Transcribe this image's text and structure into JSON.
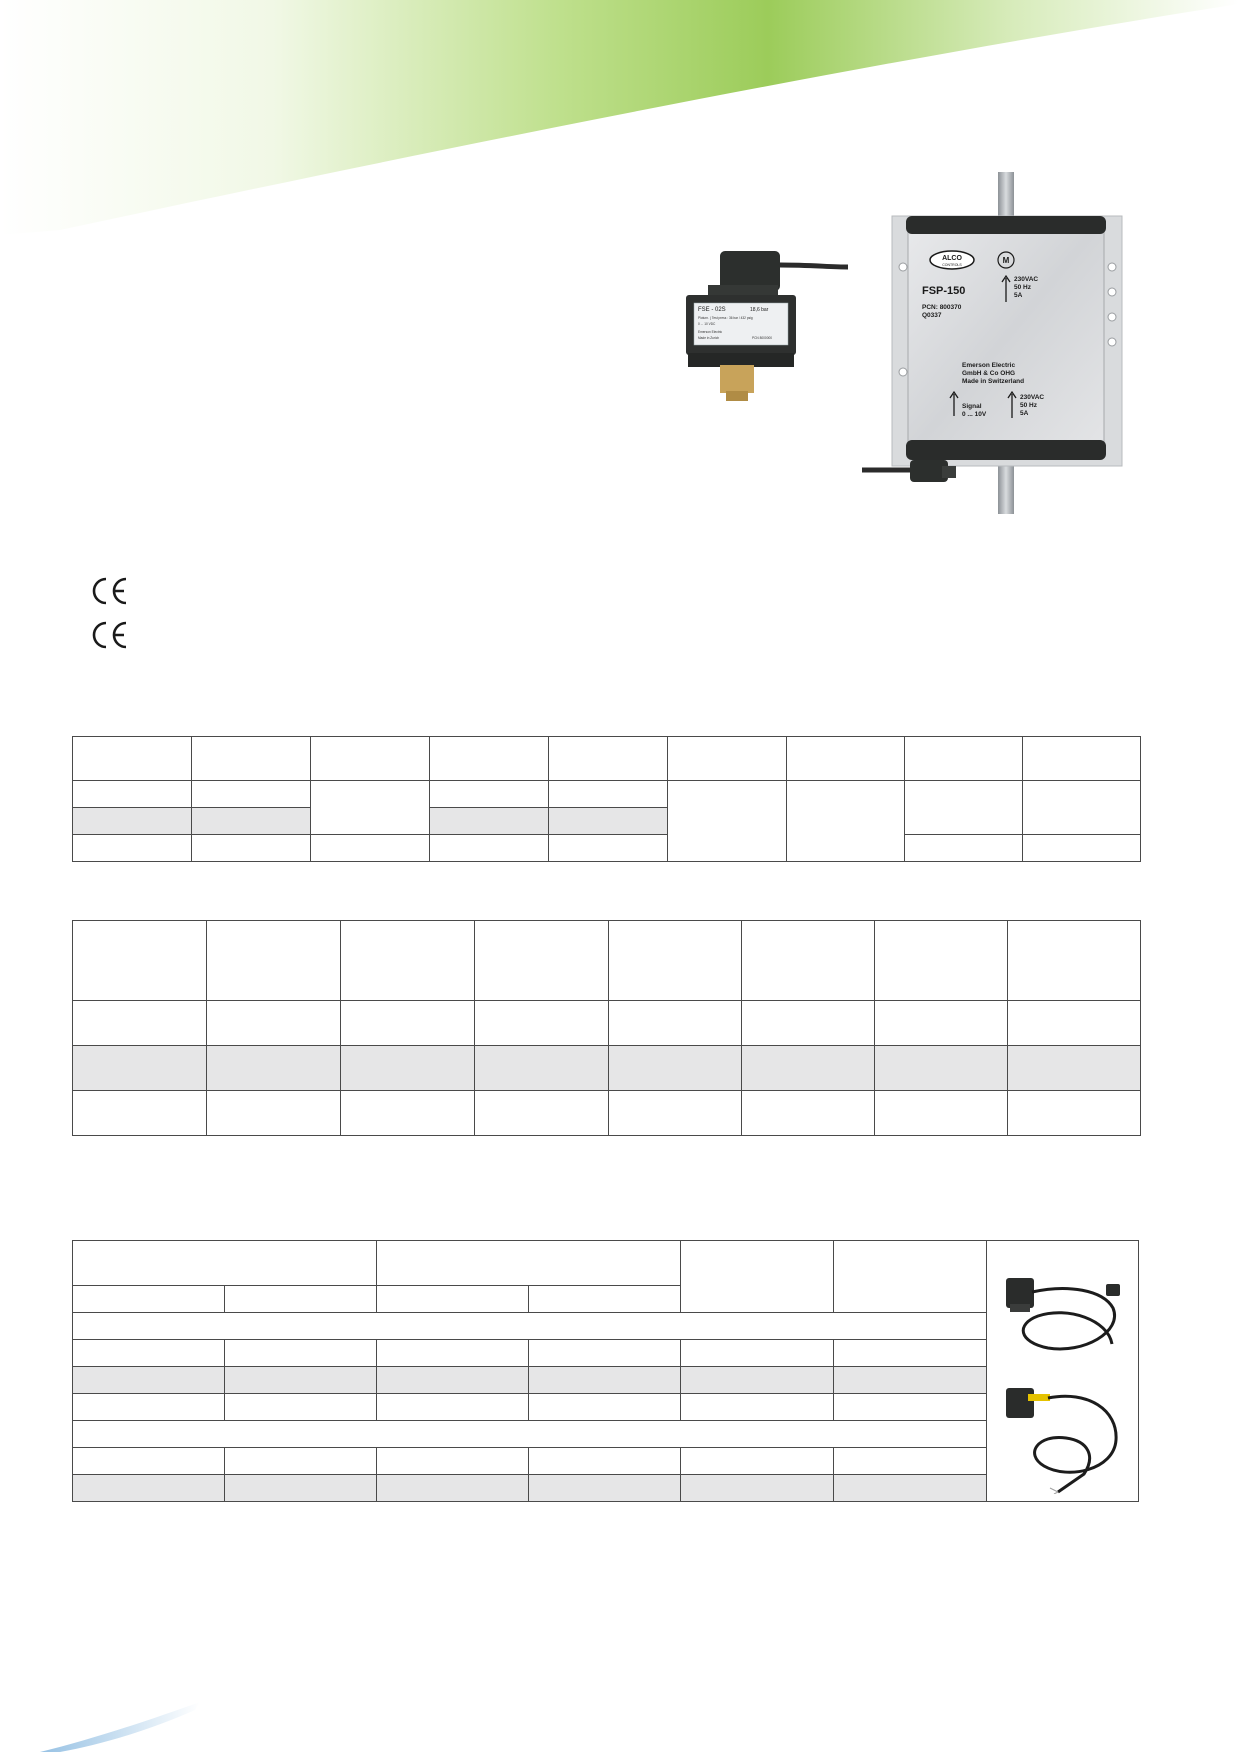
{
  "fse_label": {
    "model": "FSE - 02S",
    "pressure": "18,6 bar",
    "line1": "Ploturn. ( Test press : 36 bar / 432 psig",
    "line2": "0 ... 10 VDC",
    "maker": "Emerson Electric",
    "origin": "Made in Zurich",
    "pcn": "PCN 8000000"
  },
  "fsp_unit": {
    "brand": "ALCO",
    "brand_sub": "CONTROLS",
    "motor": "M",
    "model": "FSP-150",
    "pcn": "PCN: 800370",
    "code": "Q0337",
    "out_volts": "230VAC",
    "out_freq": "50 Hz",
    "out_amps": "5A",
    "maker1": "Emerson Electric",
    "maker2": "GmbH & Co OHG",
    "maker3": "Made in Switzerland",
    "signal1": "Signal",
    "signal2": "0 ... 10V",
    "in_volts": "230VAC",
    "in_freq": "50 Hz",
    "in_amps": "5A"
  },
  "colors": {
    "header_green": "#9ccc5a",
    "rule": "#4a4a4a",
    "row_shade": "#e6e6e7"
  }
}
